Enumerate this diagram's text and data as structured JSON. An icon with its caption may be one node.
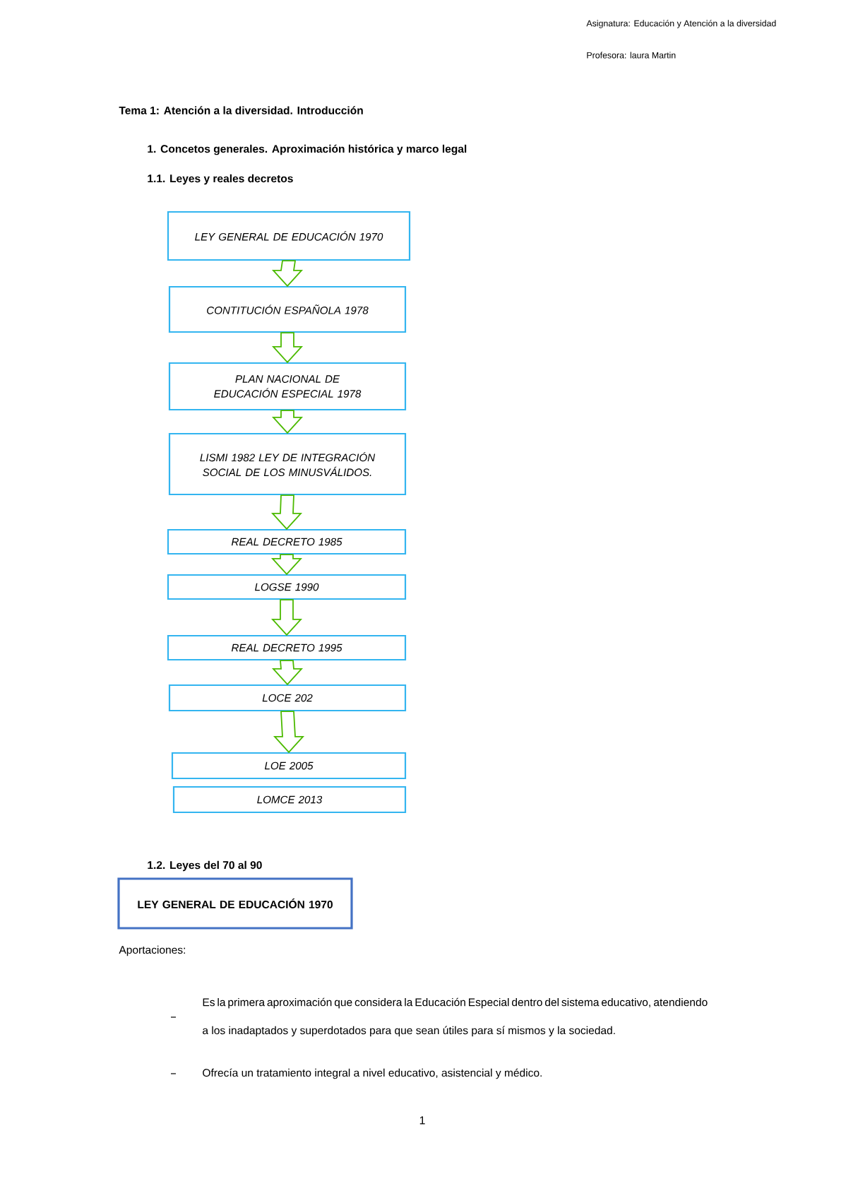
{
  "diagram": {
    "title": "Tema 1:  Atención a la diversidad. Introducción",
    "nodes": [
      {
        "text": [
          "LEY GENERAL DE EDUCACIÓN 1970"
        ]
      },
      {
        "text": [
          "CONTITUCIÓN ESPAÑOLA 1978"
        ]
      },
      {
        "text": [
          "PLAN NACIONAL DE EDUCACIÓN ESPECIAL 1978"
        ]
      },
      {
        "text": [
          "LISMI  1982 LEY DE INTEGRACIÓN SOCIAL DE LOS MINUSVÁLIDOS."
        ]
      },
      {
        "text": [
          "REAL DECRETO  1985"
        ]
      },
      {
        "text": [
          "LOGSE  1990"
        ]
      },
      {
        "text": [
          "REAL DECRETO  1995"
        ]
      },
      {
        "text": [
          "LOCE  202"
        ]
      },
      {
        "text": [
          "LOE 2005"
        ]
      },
      {
        "text": [
          "LOMCE 2013"
        ]
      },
      {
        "text": [
          "LEY GENERAL DE EDUCACIÓN 1970"
        ]
      }
    ],
    "edges": [
      {
        "from": 0,
        "to": 1,
        "arrow": "to"
      },
      {
        "from": 1,
        "to": 2,
        "arrow": "to"
      },
      {
        "from": 2,
        "to": 3,
        "arrow": "to"
      },
      {
        "from": 3,
        "to": 4,
        "arrow": "to"
      },
      {
        "from": 4,
        "to": 5,
        "arrow": "to"
      },
      {
        "from": 5,
        "to": 6,
        "arrow": "to"
      },
      {
        "from": 6,
        "to": 7,
        "arrow": "to"
      },
      {
        "from": 7,
        "to": 8,
        "arrow": "to"
      }
    ],
    "labels": [
      "Asignatura: Educación y Atención a la diversidad",
      "Profesora: laura Martin",
      "1.   Concetos generales. Aproximación histórica y marco legal",
      "1.1. Leyes y reales decretos",
      "1.2. Leyes del 70 al 90",
      "Aportaciones:",
      "Es la primera aproximación que considera la Educación Especial dentro del sistema educativo, atendiendo a los inadaptados y superdotados para que sean útiles para sí mismos y la sociedad.",
      "Ofrecía un tratamiento integral a nivel educativo, asistencial y médico.",
      "1"
    ]
  }
}
